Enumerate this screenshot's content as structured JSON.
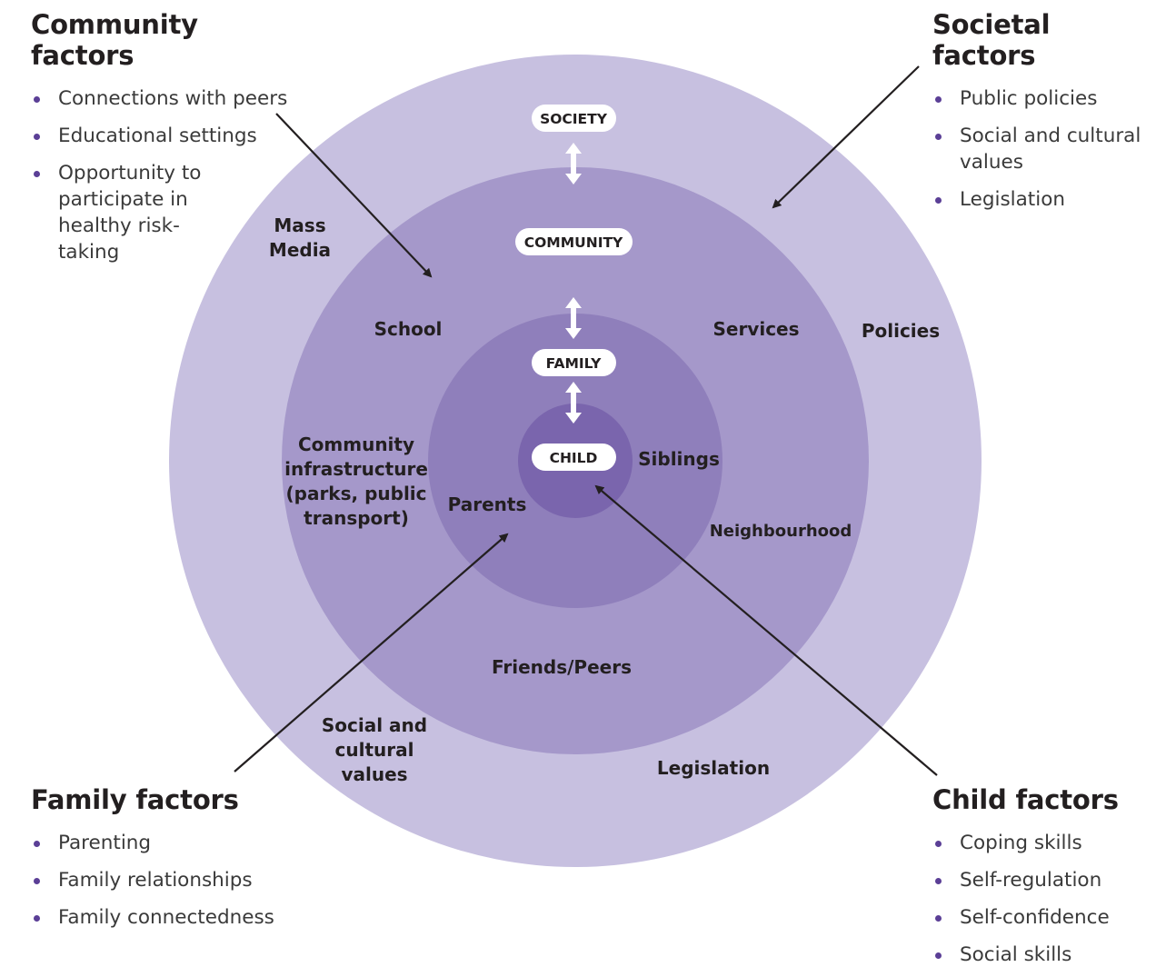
{
  "panels": {
    "community": {
      "title": "Community factors",
      "items": [
        "Connections with peers",
        "Educational settings",
        "Opportunity to participate in healthy risk-taking"
      ]
    },
    "societal": {
      "title": "Societal factors",
      "items": [
        "Public policies",
        "Social and cultural values",
        "Legislation"
      ]
    },
    "family": {
      "title": "Family factors",
      "items": [
        "Parenting",
        "Family relationships",
        "Family connectedness"
      ]
    },
    "child": {
      "title": "Child factors",
      "items": [
        "Coping skills",
        "Self-regulation",
        "Self-confidence",
        "Social skills"
      ]
    }
  },
  "rings": {
    "society": {
      "badge": "SOCIETY",
      "labels": [
        "Mass Media",
        "Policies",
        "Social and cultural values",
        "Legislation"
      ]
    },
    "community": {
      "badge": "COMMUNITY",
      "labels": [
        "School",
        "Services",
        "Community infrastructure (parks, public transport)",
        "Neighbourhood",
        "Friends/Peers"
      ]
    },
    "family": {
      "badge": "FAMILY",
      "labels": [
        "Parents",
        "Siblings"
      ]
    },
    "child": {
      "badge": "CHILD"
    }
  },
  "colors": {
    "society_ring": "#c7c0e0",
    "community_ring": "#a598ca",
    "family_ring": "#8f7fbb",
    "child_ring": "#7a65ad",
    "bullet": "#5b3f96",
    "text": "#231f20"
  }
}
